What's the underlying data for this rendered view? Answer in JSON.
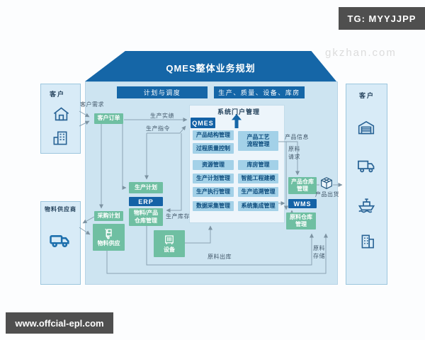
{
  "badges": {
    "tg": "TG: MYYJJPP",
    "site_watermark": "gkzhan.com",
    "footer": "www.offcial-epl.com"
  },
  "roof": {
    "title": "QMES整体业务规划"
  },
  "headers": {
    "left": "计划与调度",
    "right": "生产、质量、设备、库房"
  },
  "portal": {
    "title": "系统门户管理",
    "qmes": "QMES",
    "left_modules": [
      "产品结构管理",
      "过程质量控制",
      "资源管理",
      "生产计划管理",
      "生产执行管理",
      "数据采集管理"
    ],
    "right_modules": [
      "库房管理",
      "智能工程建模",
      "生产追溯管理",
      "系统集成管理"
    ],
    "process_module": {
      "line1": "产品工艺",
      "line2": "流程管理"
    }
  },
  "panels": {
    "customer_left": {
      "title": "客户"
    },
    "supplier": {
      "title": "物料供应商"
    },
    "customer_right": {
      "title": "客户"
    }
  },
  "nodes": {
    "customer_order": "客户订单",
    "production_plan": "生产计划",
    "purchase_plan": "采购计划",
    "erp": "ERP",
    "wms": "WMS",
    "material_product_warehouse": {
      "line1": "物料/产品",
      "line2": "仓库管理"
    },
    "material_supply": "物料供应",
    "equipment": "设备",
    "product_warehouse": {
      "line1": "产品仓库",
      "line2": "管理"
    },
    "raw_material_warehouse": {
      "line1": "原料仓库",
      "line2": "管理"
    }
  },
  "flow_labels": {
    "customer_demand": "客户需求",
    "production_actual": "生产实绩",
    "production_order": "生产指令",
    "production_inventory": "生产库存",
    "product_info": "产品信息",
    "raw_material_request": {
      "line1": "原料",
      "line2": "请求"
    },
    "product_shipment": "产品出货",
    "raw_material_outbound": "原料出库",
    "raw_material_storage": {
      "line1": "原料",
      "line2": "存储"
    }
  },
  "colors": {
    "primary_blue": "#1566a7",
    "module_blue": "#a3d1e8",
    "teal_green": "#6fbfa2",
    "panel_blue": "#cde4f1"
  }
}
